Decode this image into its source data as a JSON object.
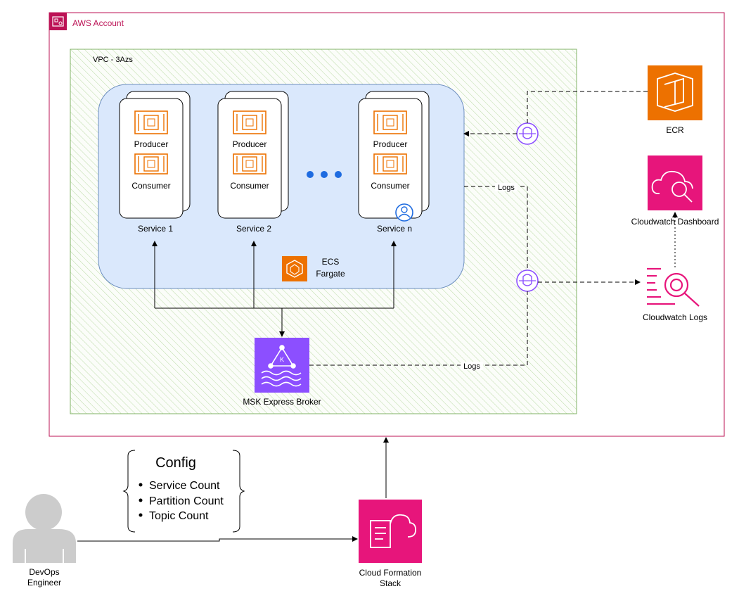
{
  "colors": {
    "account_border": "#bc1356",
    "vpc_border": "#82b366",
    "vpc_hatch": "#9ccc7a",
    "ecs_fill": "#dae8fc",
    "ecs_border": "#6c8ebf",
    "aws_orange": "#ed7100",
    "aws_purple": "#8c4fff",
    "aws_pink": "#e7157b",
    "dots_blue": "#1e6be0",
    "person_gray": "#cccccc"
  },
  "account": {
    "label": "AWS Account",
    "icon": "aws-account-icon"
  },
  "vpc": {
    "label": "VPC - 3Azs"
  },
  "ecs": {
    "label_line1": "ECS",
    "label_line2": "Fargate",
    "icon": "ecs-icon"
  },
  "services": [
    {
      "name": "Service 1",
      "producer": "Producer",
      "consumer": "Consumer"
    },
    {
      "name": "Service 2",
      "producer": "Producer",
      "consumer": "Consumer"
    },
    {
      "name": "Service n",
      "producer": "Producer",
      "consumer": "Consumer"
    }
  ],
  "msk": {
    "label": "MSK Express Broker",
    "icon": "msk-kafka-icon"
  },
  "ecr": {
    "label": "ECR",
    "icon": "ecr-icon"
  },
  "cw_dashboard": {
    "label": "Cloudwatch Dashboard",
    "icon": "cloudwatch-dashboard-icon"
  },
  "cw_logs": {
    "label": "Cloudwatch Logs",
    "icon": "cloudwatch-logs-icon"
  },
  "edges": {
    "logs_ecs": "Logs",
    "logs_msk": "Logs"
  },
  "config": {
    "title": "Config",
    "items": [
      "Service Count",
      "Partition Count",
      "Topic Count"
    ]
  },
  "engineer": {
    "line1": "DevOps",
    "line2": "Engineer",
    "icon": "person-icon"
  },
  "cfn": {
    "line1": "Cloud Formation",
    "line2": "Stack",
    "icon": "cloudformation-icon"
  }
}
